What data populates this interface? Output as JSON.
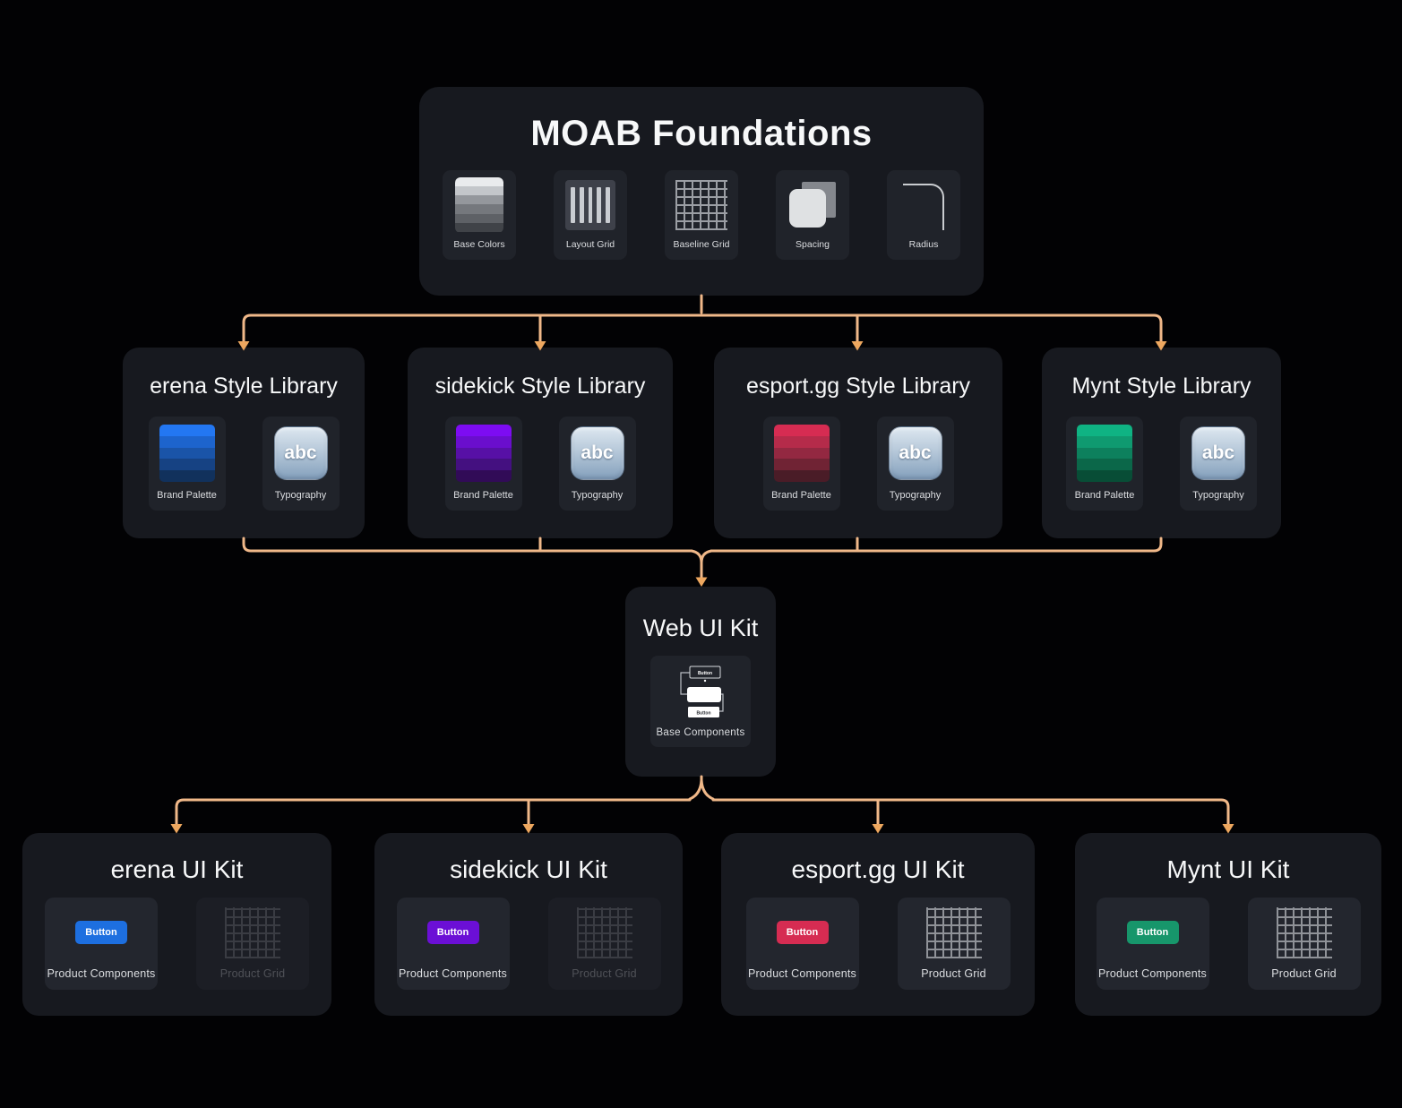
{
  "connectors": {
    "line_color": "#f0b889",
    "arrow_color": "#eda75f"
  },
  "foundations": {
    "title": "MOAB Foundations",
    "shades": [
      "#e9ebed",
      "#c3c6ca",
      "#94979c",
      "#75787d",
      "#5e6166",
      "#404348"
    ],
    "tiles": [
      {
        "label": "Base Colors",
        "icon": "base-colors-icon"
      },
      {
        "label": "Layout Grid",
        "icon": "layout-grid-icon"
      },
      {
        "label": "Baseline Grid",
        "icon": "baseline-grid-icon"
      },
      {
        "label": "Spacing",
        "icon": "spacing-icon"
      },
      {
        "label": "Radius",
        "icon": "radius-icon"
      }
    ]
  },
  "style_libraries": [
    {
      "title": "erena Style Library",
      "palette_label": "Brand Palette",
      "typography_label": "Typography",
      "typography_text": "abc",
      "palette": [
        "#2377f2",
        "#1d64cd",
        "#1a54a8",
        "#164283",
        "#11315c"
      ]
    },
    {
      "title": "sidekick Style Library",
      "palette_label": "Brand Palette",
      "typography_label": "Typography",
      "typography_text": "abc",
      "palette": [
        "#7d0cf2",
        "#6a0ecd",
        "#5710a6",
        "#441080",
        "#310b57"
      ]
    },
    {
      "title": "esport.gg Style Library",
      "palette_label": "Brand Palette",
      "typography_label": "Typography",
      "typography_text": "abc",
      "palette": [
        "#d62c52",
        "#b52b4a",
        "#932841",
        "#702334",
        "#4a1c27"
      ]
    },
    {
      "title": "Mynt Style Library",
      "palette_label": "Brand Palette",
      "typography_label": "Typography",
      "typography_text": "abc",
      "palette": [
        "#0fb383",
        "#0f9a70",
        "#0d805d",
        "#0b6749",
        "#084d36"
      ]
    }
  ],
  "web_ui_kit": {
    "title": "Web UI Kit",
    "tile_label": "Base Components",
    "diagram_button_label": "Button"
  },
  "ui_kits": [
    {
      "title": "erena UI Kit",
      "button_label": "Button",
      "button_color": "#1d6fe0",
      "components_label": "Product Components",
      "grid_label": "Product Grid",
      "grid_dimmed": true
    },
    {
      "title": "sidekick UI Kit",
      "button_label": "Button",
      "button_color": "#6b0fd6",
      "components_label": "Product Components",
      "grid_label": "Product Grid",
      "grid_dimmed": true
    },
    {
      "title": "esport.gg UI Kit",
      "button_label": "Button",
      "button_color": "#d62c52",
      "components_label": "Product Components",
      "grid_label": "Product Grid",
      "grid_dimmed": false
    },
    {
      "title": "Mynt UI Kit",
      "button_label": "Button",
      "button_color": "#17966b",
      "components_label": "Product Components",
      "grid_label": "Product Grid",
      "grid_dimmed": false
    }
  ]
}
